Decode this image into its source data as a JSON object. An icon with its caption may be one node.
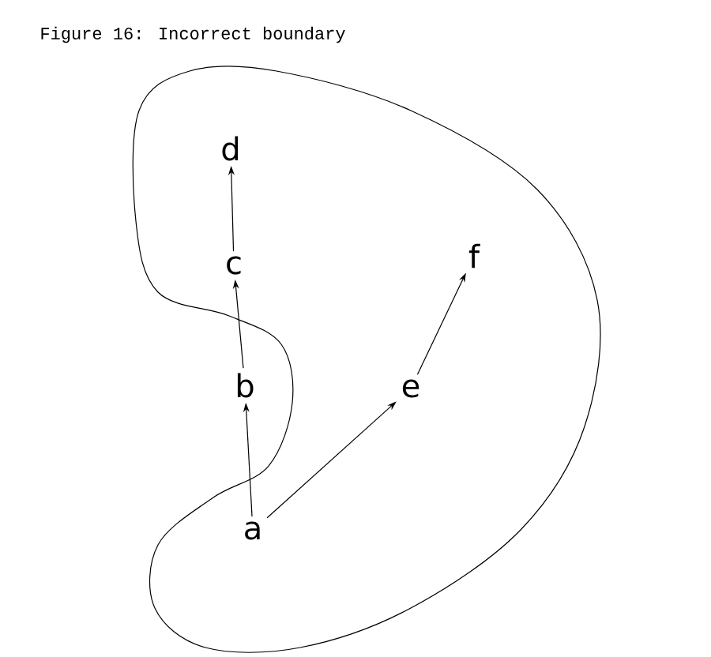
{
  "diagram": {
    "title": "Figure 16: Incorrect boundary",
    "nodes": [
      {
        "text": [
          "a"
        ]
      },
      {
        "text": [
          "b"
        ]
      },
      {
        "text": [
          "c"
        ]
      },
      {
        "text": [
          "d"
        ]
      },
      {
        "text": [
          "e"
        ]
      },
      {
        "text": [
          "f"
        ]
      }
    ],
    "edges": [
      {
        "from": 0,
        "to": 1,
        "arrow": "to"
      },
      {
        "from": 1,
        "to": 2,
        "arrow": "to"
      },
      {
        "from": 2,
        "to": 3,
        "arrow": "to"
      },
      {
        "from": 0,
        "to": 4,
        "arrow": "to"
      },
      {
        "from": 4,
        "to": 5,
        "arrow": "to"
      }
    ]
  }
}
